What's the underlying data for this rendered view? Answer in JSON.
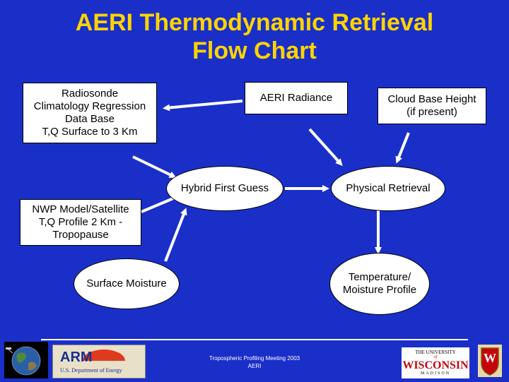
{
  "title": {
    "line1": "AERI Thermodynamic Retrieval",
    "line2": "Flow Chart"
  },
  "nodes": {
    "radiosonde": [
      "Radiosonde",
      "Climatology Regression",
      "Data Base",
      "T,Q Surface to 3 Km"
    ],
    "aeri_radiance": "AERI Radiance",
    "cloud_base": [
      "Cloud Base Height",
      "(if present)"
    ],
    "hybrid_first_guess": "Hybrid First Guess",
    "physical_retrieval": "Physical Retrieval",
    "nwp": [
      "NWP Model/Satellite",
      "T,Q Profile 2 Km -",
      "Tropopause"
    ],
    "surface_moisture": "Surface Moisture",
    "temp_moisture_profile": [
      "Temperature/",
      "Moisture Profile"
    ]
  },
  "footer": {
    "line1": "Tropospheric Profiling Meeting 2003",
    "line2": "AERI"
  },
  "logos": {
    "arm_text": "ARM",
    "arm_subtext": "U.S. Department of Energy",
    "wisconsin_top": "THE UNIVERSITY",
    "wisconsin_of": "of",
    "wisconsin_main": "WISCONSIN",
    "wisconsin_bottom": "MADISON",
    "crest_letter": "W"
  },
  "colors": {
    "background": "#1a2fc8",
    "title": "#ffd400",
    "arrow": "#ffffff",
    "wisconsin_red": "#c5050c"
  }
}
